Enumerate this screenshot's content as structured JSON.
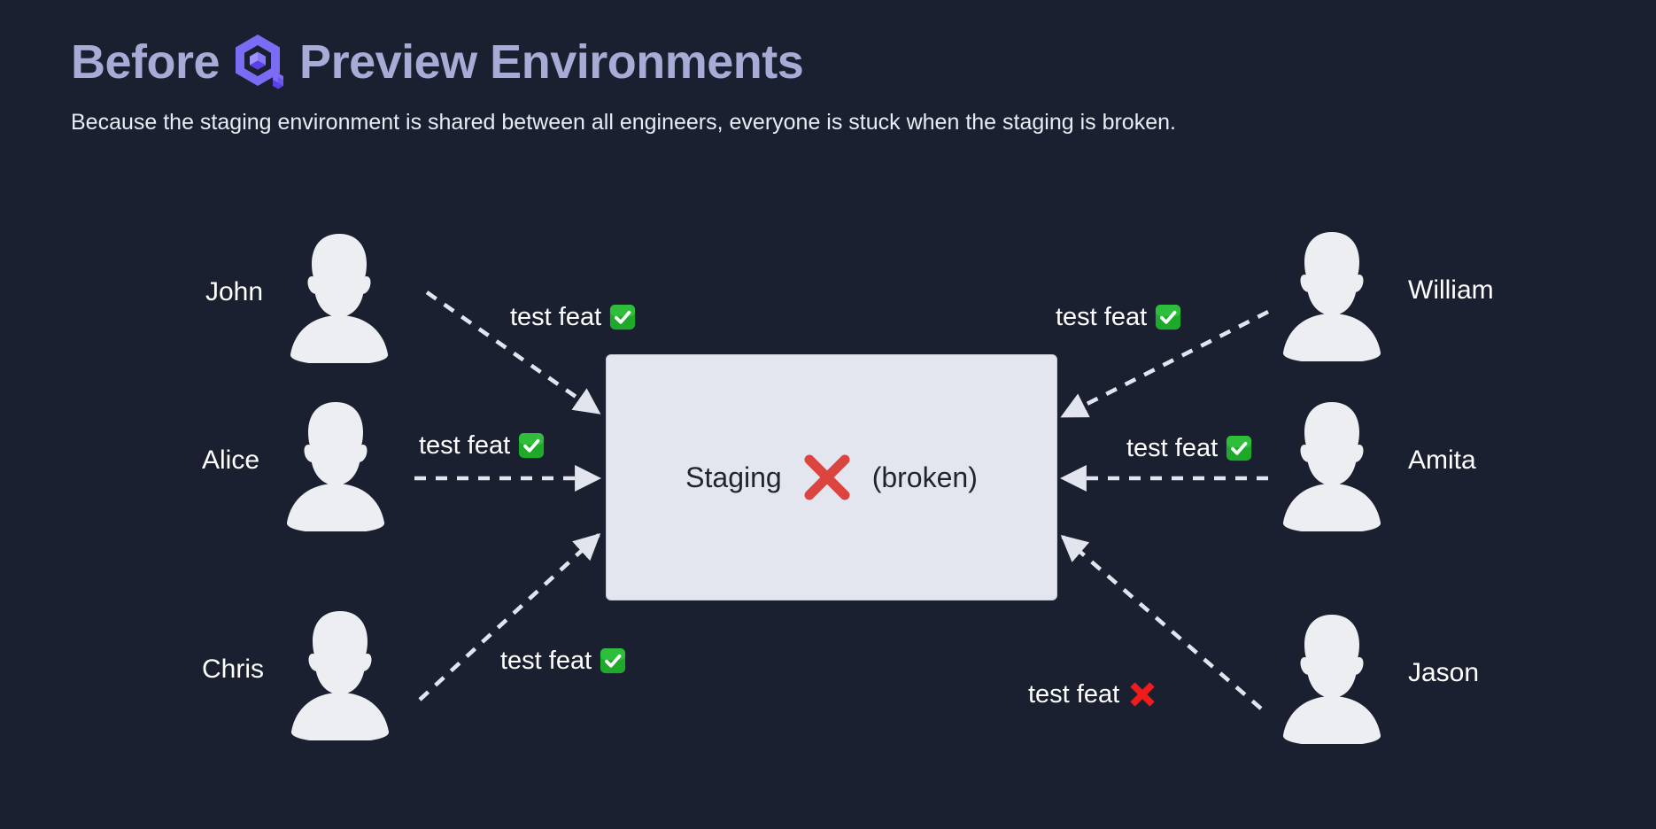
{
  "header": {
    "title_before": "Before",
    "title_rest": "Preview Environments",
    "logo_name": "preview-environments-logo",
    "subtitle": "Because the staging environment is shared between all engineers, everyone is stuck when the staging is broken.",
    "colors": {
      "background": "#1a2030",
      "title": "#a7abd6",
      "subtitle": "#e9ecf3",
      "logo_outer": "#7c6cf5",
      "logo_face_light": "#9e94ff",
      "logo_face_mid": "#8878ff",
      "logo_face_dark": "#5b3fe8"
    }
  },
  "diagram": {
    "type": "hub-and-spoke",
    "hub": {
      "label": "Staging",
      "status_text": "(broken)",
      "status_icon": "red-x-mark-icon",
      "fill": "#e3e6ef",
      "text_color": "#20242e",
      "x_color": "#dc4440"
    },
    "edge_style": {
      "line": "dashed",
      "color": "#e2e5ee",
      "arrowhead": "solid-triangle"
    },
    "people": [
      {
        "name": "John",
        "side": "left",
        "edge_label": "test feat",
        "edge_status": "pass",
        "edge_status_icon": "green-check-mark-icon",
        "avatar": "user-silhouette-icon"
      },
      {
        "name": "Alice",
        "side": "left",
        "edge_label": "test feat",
        "edge_status": "pass",
        "edge_status_icon": "green-check-mark-icon",
        "avatar": "user-silhouette-icon"
      },
      {
        "name": "Chris",
        "side": "left",
        "edge_label": "test feat",
        "edge_status": "pass",
        "edge_status_icon": "green-check-mark-icon",
        "avatar": "user-silhouette-icon"
      },
      {
        "name": "William",
        "side": "right",
        "edge_label": "test feat",
        "edge_status": "pass",
        "edge_status_icon": "green-check-mark-icon",
        "avatar": "user-silhouette-icon"
      },
      {
        "name": "Amita",
        "side": "right",
        "edge_label": "test feat",
        "edge_status": "pass",
        "edge_status_icon": "green-check-mark-icon",
        "avatar": "user-silhouette-icon"
      },
      {
        "name": "Jason",
        "side": "right",
        "edge_label": "test feat",
        "edge_status": "fail",
        "edge_status_icon": "red-cross-mark-icon",
        "avatar": "user-silhouette-icon"
      }
    ],
    "avatar_color": "#eceef2",
    "name_color": "#ffffff",
    "label_color": "#ffffff",
    "pass_color": "#1fa92b",
    "fail_color": "#f01c1c"
  }
}
